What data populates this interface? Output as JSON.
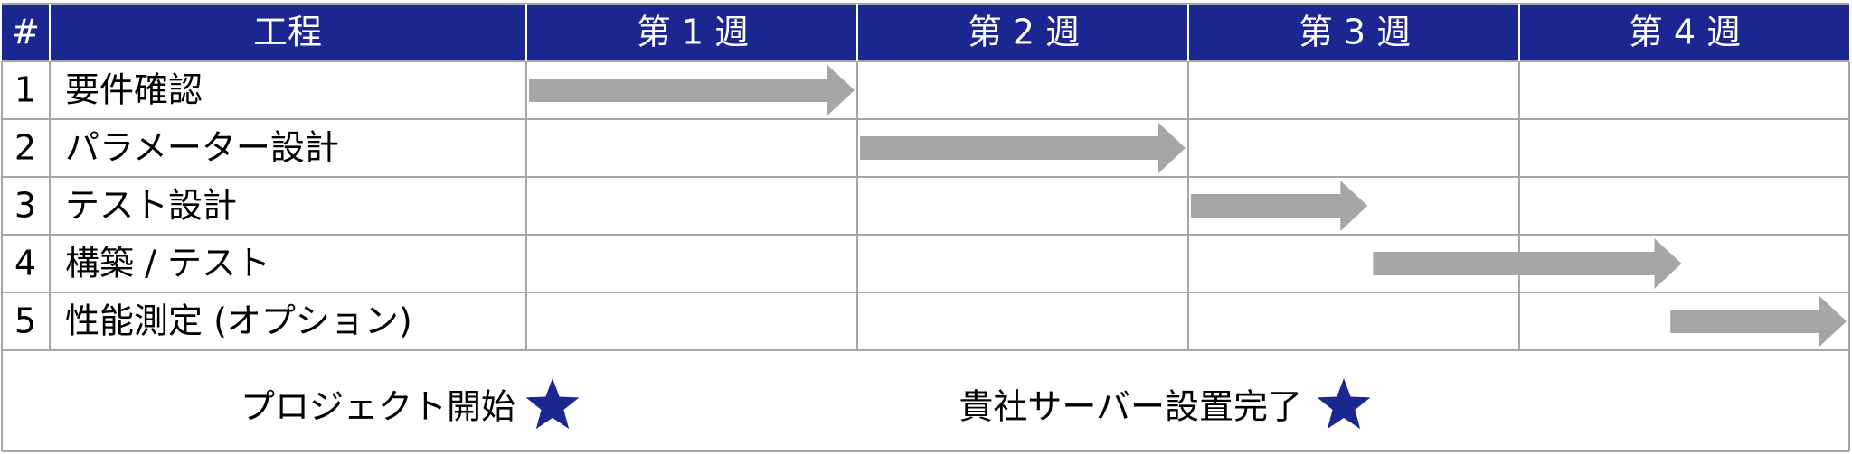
{
  "header": {
    "num_label": "#",
    "task_label": "工程",
    "weeks": [
      "第 1 週",
      "第 2 週",
      "第 3 週",
      "第 4 週"
    ]
  },
  "tasks": [
    {
      "num": "1",
      "name": "要件確認",
      "start_week": 0.0,
      "end_week": 1.0
    },
    {
      "num": "2",
      "name": "パラメーター設計",
      "start_week": 1.0,
      "end_week": 2.0
    },
    {
      "num": "3",
      "name": "テスト設計",
      "start_week": 2.0,
      "end_week": 2.55
    },
    {
      "num": "4",
      "name": "構築 / テスト",
      "start_week": 2.55,
      "end_week": 3.5
    },
    {
      "num": "5",
      "name": "性能測定 (オプション)",
      "start_week": 3.45,
      "end_week": 4.0
    }
  ],
  "milestones": [
    {
      "label": "プロジェクト開始",
      "icon": "star-icon"
    },
    {
      "label": "貴社サーバー設置完了",
      "icon": "star-icon"
    }
  ],
  "colors": {
    "header_bg": "#1b2690",
    "header_text": "#ffffff",
    "grid": "#a6a6a6",
    "bar": "#a6a6a6",
    "star": "#1b2690"
  }
}
